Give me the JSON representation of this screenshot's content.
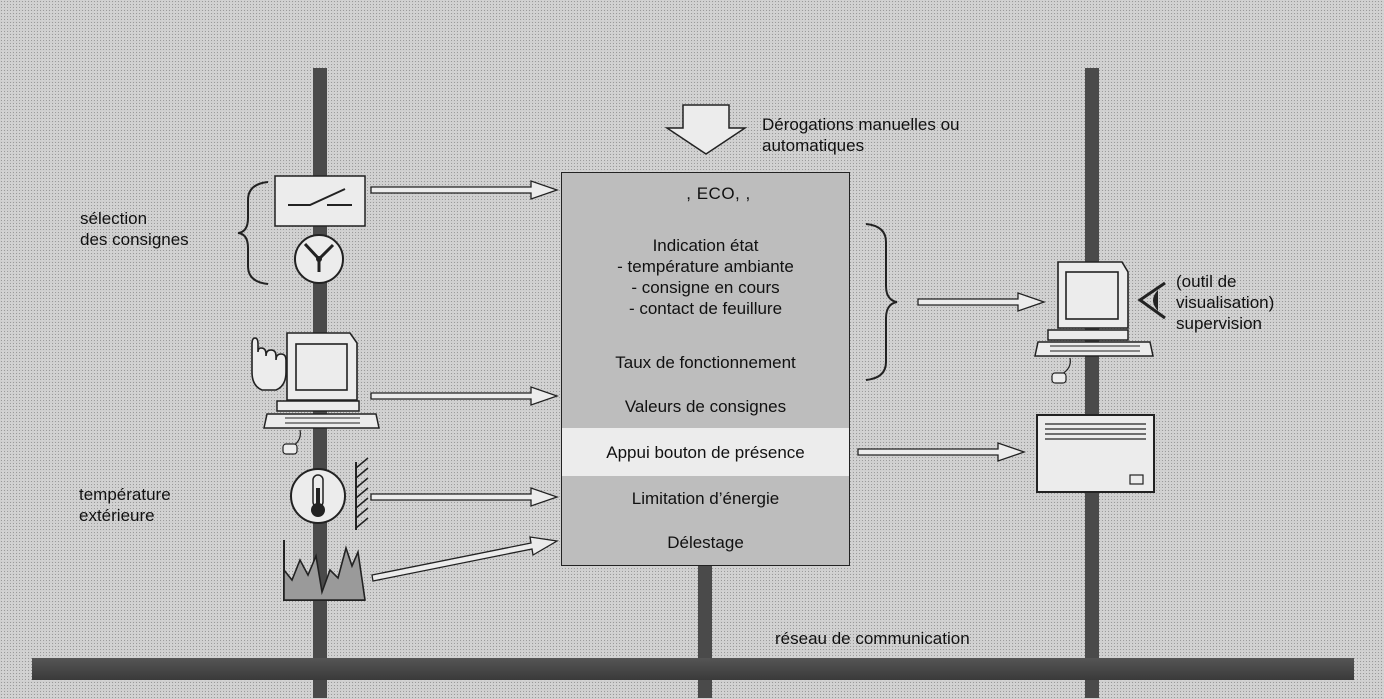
{
  "diagram": {
    "top_note": [
      "Dérogations manuelles ou",
      "automatiques"
    ],
    "left_labels": {
      "setpoint_selection": [
        "sélection",
        "des consignes"
      ],
      "outdoor_temperature": [
        "température",
        "extérieure"
      ]
    },
    "right_labels": {
      "supervision": [
        "(outil de",
        "visualisation)",
        "supervision"
      ]
    },
    "network_label": "réseau de communication",
    "stack_rows": {
      "modes": ", ECO, ,",
      "status": [
        "Indication état",
        "- température ambiante",
        "- consigne en cours",
        "- contact de feuillure"
      ],
      "operating_rate": "Taux de fonctionnement",
      "setpoint_values": "Valeurs de consignes",
      "presence_button": "Appui bouton de présence",
      "energy_limit": "Limitation d’énergie",
      "load_shedding": "Délestage"
    },
    "icons": {
      "sun": "sun-icon",
      "moon": "moon-icon",
      "frost": "snowflake-icon"
    }
  }
}
